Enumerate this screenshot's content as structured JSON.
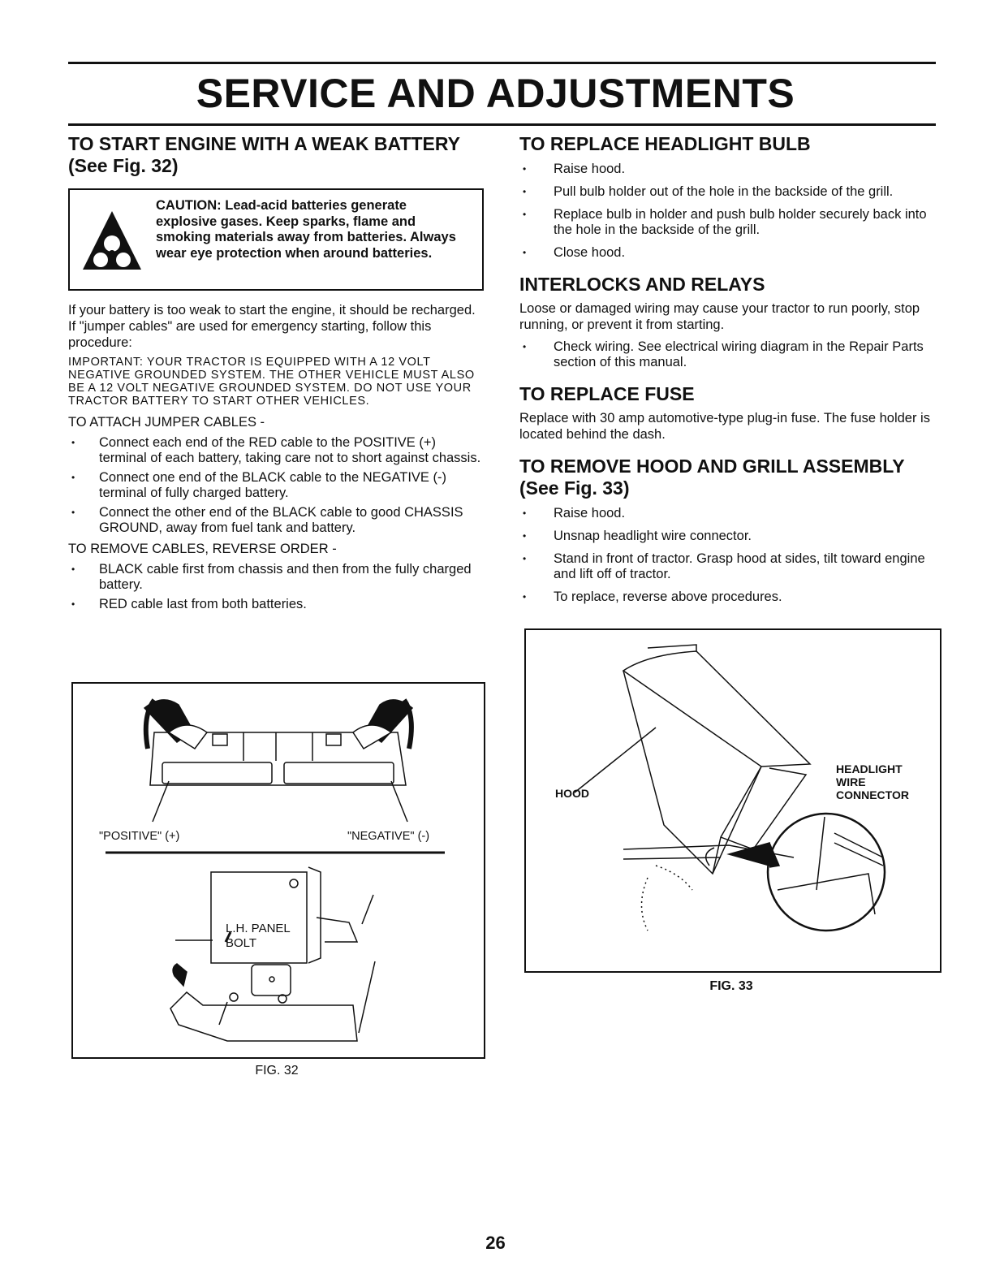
{
  "title": "SERVICE AND ADJUSTMENTS",
  "left": {
    "heading_line1": "TO START ENGINE WITH A WEAK BATTERY",
    "heading_line2": "(See Fig. 32)",
    "caution": "CAUTION: Lead-acid batteries generate explosive gases. Keep sparks, flame and smoking materials away from batteries. Always wear eye protection when around batteries.",
    "intro": "If your battery is too weak to start the engine, it should be recharged. If \"jumper cables\" are used for emergency starting, follow this procedure:",
    "important": "IMPORTANT: YOUR TRACTOR IS EQUIPPED WITH A 12 VOLT NEGATIVE GROUNDED SYSTEM. THE OTHER VEHICLE MUST ALSO BE A 12 VOLT NEGATIVE GROUNDED SYSTEM. DO NOT USE YOUR TRACTOR BATTERY TO START OTHER VEHICLES.",
    "attach_heading": "TO ATTACH JUMPER CABLES -",
    "attach_items": [
      "Connect each end of the RED cable to the POSITIVE (+) terminal of each battery, taking care not to short against chassis.",
      "Connect one end of the BLACK cable to the NEGATIVE (-) terminal of fully charged battery.",
      "Connect the other end of the BLACK cable to good CHASSIS GROUND, away from fuel tank and battery."
    ],
    "remove_heading": "TO REMOVE CABLES, REVERSE ORDER -",
    "remove_items": [
      "BLACK cable first from chassis and then from the fully charged battery.",
      "RED cable last from both batteries."
    ],
    "fig32": {
      "positive_label": "\"POSITIVE\" (+)",
      "negative_label": "\"NEGATIVE\" (-)",
      "panel_label_line1": "L.H. PANEL",
      "panel_label_line2": "BOLT",
      "caption": "FIG. 32"
    }
  },
  "right": {
    "headlight_heading": "TO REPLACE HEADLIGHT BULB",
    "headlight_items": [
      "Raise hood.",
      "Pull bulb holder out of the hole in the backside of the grill.",
      "Replace bulb in holder and push bulb holder securely back into the hole in the backside of the grill.",
      "Close hood."
    ],
    "interlocks_heading": "INTERLOCKS AND RELAYS",
    "interlocks_text": "Loose or damaged wiring may cause your tractor to run poorly, stop running, or prevent it from starting.",
    "interlocks_items": [
      "Check wiring. See electrical wiring diagram in the Repair Parts section of this manual."
    ],
    "fuse_heading": "TO REPLACE FUSE",
    "fuse_text": "Replace with 30 amp automotive-type plug-in fuse. The fuse holder is located behind the dash.",
    "hood_heading_line1": "TO REMOVE HOOD AND GRILL ASSEMBLY",
    "hood_heading_line2": "(See Fig. 33)",
    "hood_items": [
      "Raise hood.",
      "Unsnap headlight wire connector.",
      "Stand in front of tractor. Grasp hood at sides, tilt toward engine and lift off of tractor.",
      "To replace, reverse above procedures."
    ],
    "fig33": {
      "hood_label": "HOOD",
      "connector_line1": "HEADLIGHT",
      "connector_line2": "WIRE",
      "connector_line3": "CONNECTOR",
      "caption": "FIG. 33"
    }
  },
  "page_number": "26"
}
